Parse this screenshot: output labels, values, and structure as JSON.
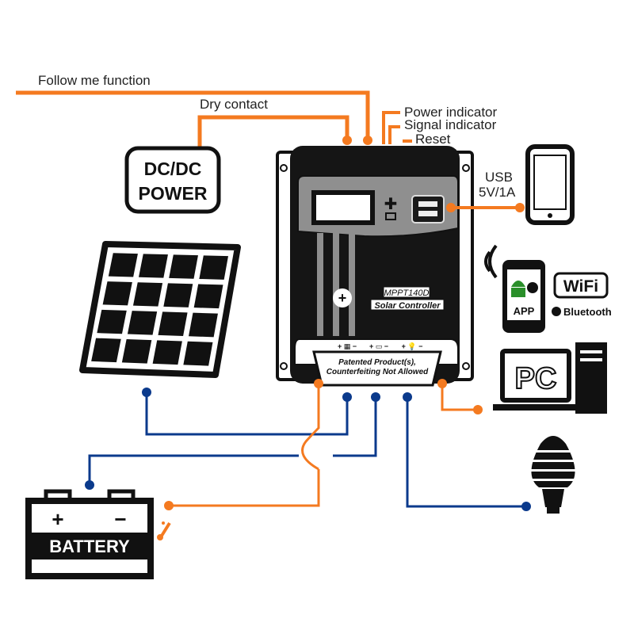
{
  "labels": {
    "follow_me": "Follow me function",
    "dry_contact": "Dry contact",
    "power_indicator": "Power indicator",
    "signal_indicator": "Signal indicator",
    "reset": "Reset",
    "usb_line1": "USB",
    "usb_line2": "5V/1A"
  },
  "dcdc": {
    "line1": "DC/DC",
    "line2": "POWER"
  },
  "controller": {
    "model": "MPPT140D",
    "name": "Solar Controller",
    "notice_line1": "Patented Product(s),",
    "notice_line2": "Counterfeiting Not Allowed",
    "terminal_solar": "+ ▦ −",
    "terminal_battery": "+ ▭ −",
    "terminal_load": "+ 💡 −"
  },
  "app": {
    "label": "APP"
  },
  "wifi": {
    "label": "WiFi"
  },
  "bluetooth": {
    "label": "Bluetooth"
  },
  "pc": {
    "label": "PC"
  },
  "battery": {
    "label": "BATTERY",
    "plus": "+",
    "minus": "−"
  },
  "colors": {
    "orange": "#f47a20",
    "blue": "#0b3a8c",
    "black": "#111111"
  }
}
